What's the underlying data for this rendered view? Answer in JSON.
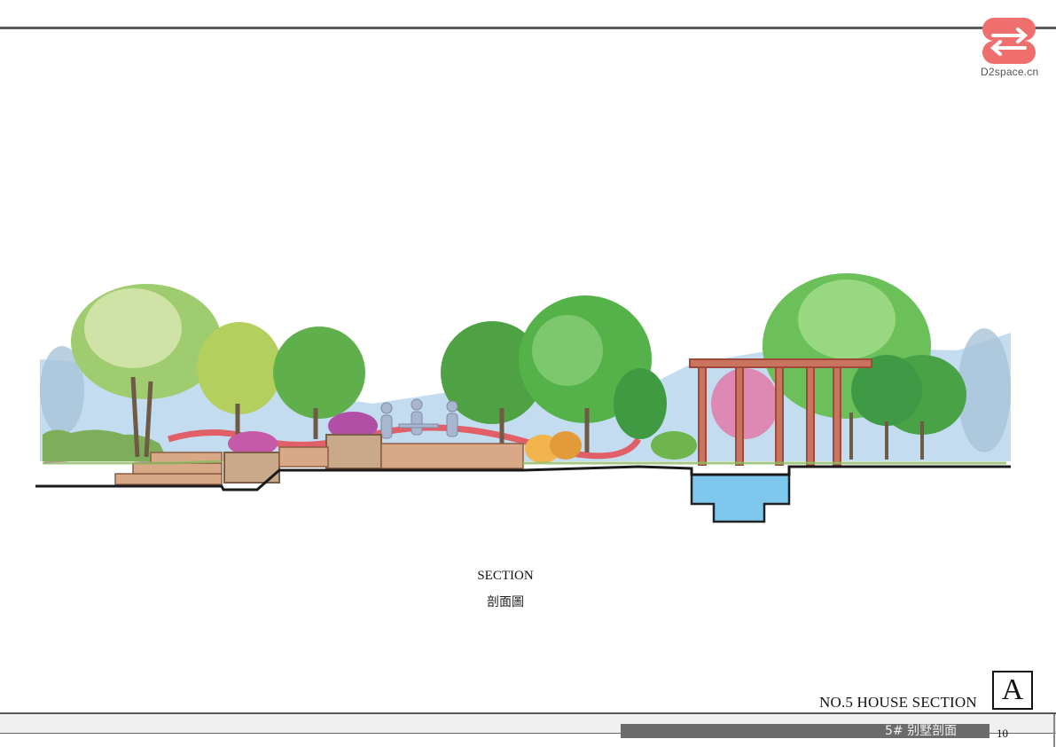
{
  "logo": {
    "text": "D2space.cn",
    "color": "#ef6f6f"
  },
  "caption": {
    "title": "SECTION",
    "subtitle": "剖面圖"
  },
  "footer": {
    "section_title": "NO.5 HOUSE SECTION",
    "badge": "A",
    "cn_title": "5# 别墅剖面",
    "page_number": "10"
  },
  "colors": {
    "rule": "#5a5a5a",
    "band": "#6b6b6b",
    "water": "#7ec8ee",
    "timber": "#c46a52"
  },
  "icons": [
    "logo-mark-icon",
    "section-drawing-icon"
  ]
}
